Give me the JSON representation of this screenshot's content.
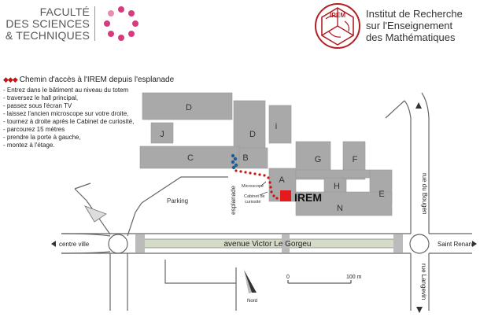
{
  "header": {
    "faculty_lines": [
      "FACULTÉ",
      "DES SCIENCES",
      "& TECHNIQUES"
    ],
    "institute_lines": [
      "Institut de Recherche",
      "sur l'Enseignement",
      "des Mathématiques"
    ],
    "logo_acronym": "IREM"
  },
  "directions": {
    "title": "Chemin d'accès à l'IREM depuis l'esplanade",
    "steps": [
      "- Entrez dans le bâtiment au niveau du totem",
      "- traversez le hall principal,",
      "- passez sous l'écran TV",
      "- laissez l'ancien microscope sur votre droite,",
      "- tournez à droite après le Cabinet de curiosité,",
      "- parcourez 15 mètres",
      "- prendre la porte à gauche,",
      "- montez à l'étage."
    ]
  },
  "map": {
    "buildings": {
      "D": "D",
      "J": "J",
      "C": "C",
      "B": "B",
      "A": "A",
      "i": "i",
      "G": "G",
      "F": "F",
      "H": "H",
      "E": "E",
      "N": "N"
    },
    "irem_label": "IREM",
    "parking": "Parking",
    "esplanade": "esplanade",
    "microscope": "Microscope",
    "cabinet_line1": "Cabinet de",
    "cabinet_line2": "curiosité",
    "main_road": "avenue Victor Le Gorgeu",
    "west_road": "centre ville",
    "east_road": "Saint Renan",
    "north_road": "rue du Bougen",
    "south_road": "rue Langevin",
    "scale_start": "0",
    "scale_end": "100 m",
    "north": "Nord"
  },
  "colors": {
    "building": "#a9a9a9",
    "road": "#d4dbc7",
    "irem": "#e41a1c",
    "route": "#cc1111",
    "totem": "#1f5c99",
    "logo_pink": "#d63b7e",
    "logo_red": "#b21f24"
  }
}
